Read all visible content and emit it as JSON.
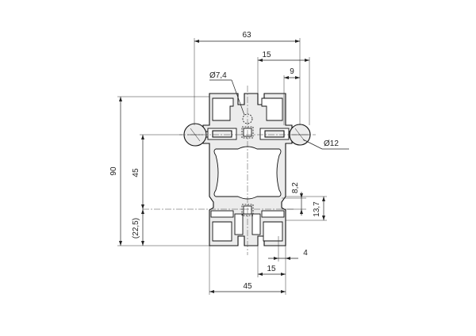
{
  "drawing": {
    "dimensions": {
      "overall_width": "63",
      "offset_15_top": "15",
      "offset_9": "9",
      "hole_7_4": "Ø7,4",
      "hole_12": "Ø12",
      "height_90": "90",
      "height_45": "45",
      "height_22_5": "(22,5)",
      "slot_8_2": "8,2",
      "slot_13_7": "13,7",
      "offset_4": "4",
      "offset_15_bottom": "15",
      "bottom_width": "45"
    },
    "colors": {
      "line": "#222222",
      "profile_fill": "#ececec"
    }
  }
}
